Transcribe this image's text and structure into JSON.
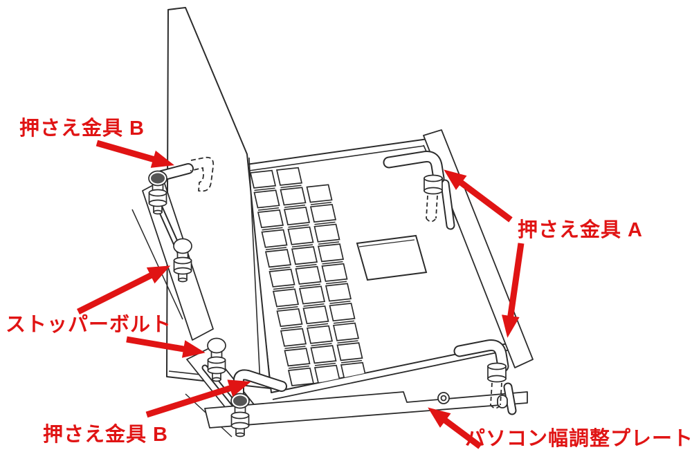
{
  "figure": {
    "labels": {
      "bracket_b_top": "押さえ金具 B",
      "bracket_a": "押さえ金具 A",
      "stopper_bolt": "ストッパーボルト",
      "bracket_b_bottom": "押さえ金具 B",
      "width_adjust_plate": "パソコン幅調整プレート"
    },
    "colors": {
      "annotation_red": "#e01414",
      "line_art": "#2b2b2b",
      "background": "#ffffff"
    }
  }
}
